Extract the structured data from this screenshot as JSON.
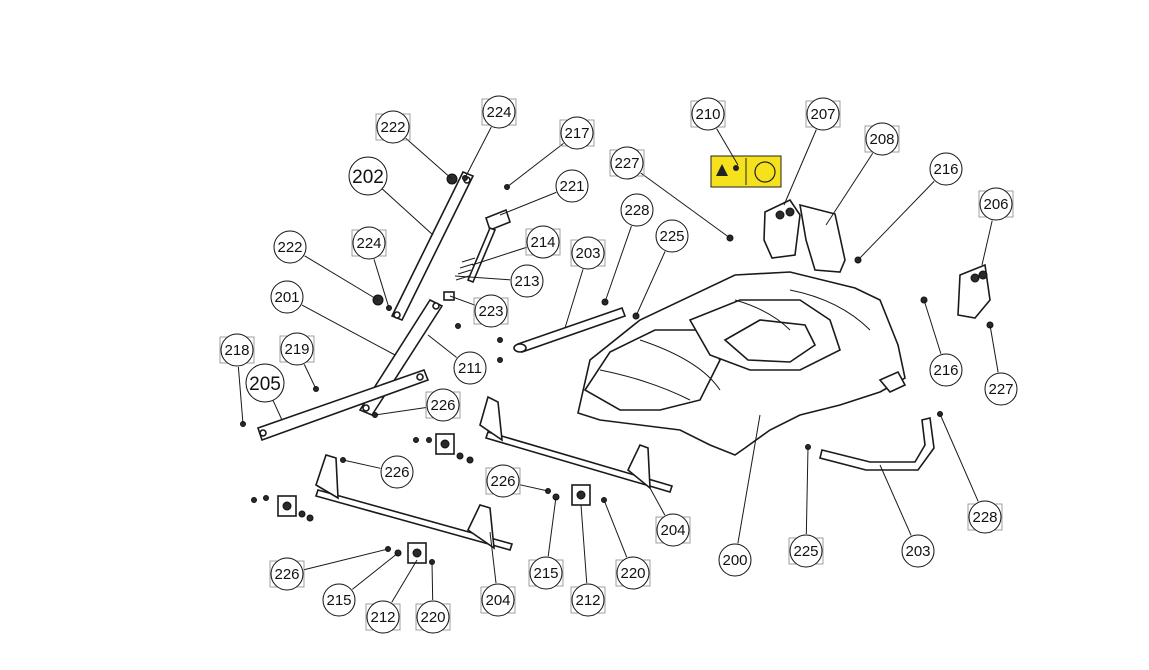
{
  "callouts": [
    {
      "label": "222",
      "boxed": true
    },
    {
      "label": "224",
      "boxed": true
    },
    {
      "label": "217",
      "boxed": true
    },
    {
      "label": "202",
      "boxed": false
    },
    {
      "label": "221",
      "boxed": false
    },
    {
      "label": "222",
      "boxed": false
    },
    {
      "label": "224",
      "boxed": true
    },
    {
      "label": "214",
      "boxed": true
    },
    {
      "label": "213",
      "boxed": false
    },
    {
      "label": "201",
      "boxed": false
    },
    {
      "label": "223",
      "boxed": true
    },
    {
      "label": "218",
      "boxed": true
    },
    {
      "label": "219",
      "boxed": true
    },
    {
      "label": "211",
      "boxed": false
    },
    {
      "label": "205",
      "boxed": false
    },
    {
      "label": "226",
      "boxed": true
    },
    {
      "label": "203",
      "boxed": true
    },
    {
      "label": "228",
      "boxed": false
    },
    {
      "label": "225",
      "boxed": false
    },
    {
      "label": "227",
      "boxed": true
    },
    {
      "label": "210",
      "boxed": true
    },
    {
      "label": "207",
      "boxed": true
    },
    {
      "label": "208",
      "boxed": true
    },
    {
      "label": "216",
      "boxed": false
    },
    {
      "label": "206",
      "boxed": true
    },
    {
      "label": "216",
      "boxed": false
    },
    {
      "label": "227",
      "boxed": false
    },
    {
      "label": "226",
      "boxed": false
    },
    {
      "label": "226",
      "boxed": true
    },
    {
      "label": "204",
      "boxed": true
    },
    {
      "label": "200",
      "boxed": false
    },
    {
      "label": "225",
      "boxed": true
    },
    {
      "label": "203",
      "boxed": false
    },
    {
      "label": "228",
      "boxed": true
    },
    {
      "label": "226",
      "boxed": true
    },
    {
      "label": "215",
      "boxed": false
    },
    {
      "label": "212",
      "boxed": true
    },
    {
      "label": "220",
      "boxed": true
    },
    {
      "label": "204",
      "boxed": true
    },
    {
      "label": "215",
      "boxed": true
    },
    {
      "label": "212",
      "boxed": true
    },
    {
      "label": "220",
      "boxed": true
    }
  ],
  "colors": {
    "line": "#1a1a1a",
    "decal": "#f5e11c",
    "background": "#ffffff"
  }
}
